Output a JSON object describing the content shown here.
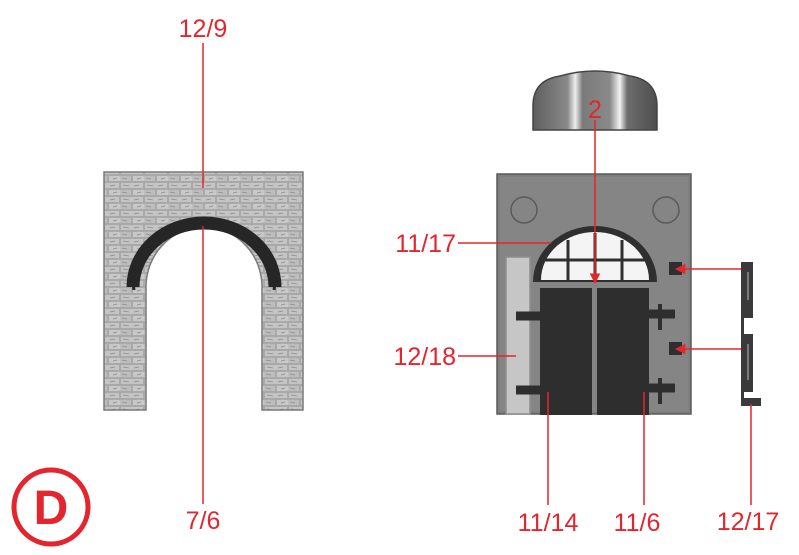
{
  "colors": {
    "accent": "#e3262e",
    "part_dark": "#2e2e2e",
    "part_grey": "#7d7d7d",
    "stone": "#b0b0b0"
  },
  "step_badge": "D",
  "labels": {
    "wall_top": "12/9",
    "wall_bottom": "7/6",
    "arch_cap": "2",
    "window": "11/17",
    "side_strip": "12/18",
    "door_left": "11/14",
    "door_right": "11/6",
    "hinge_bar": "12/17"
  },
  "icons": [
    "circle-letter-badge",
    "arrow-right-icon",
    "arrow-down-icon"
  ]
}
